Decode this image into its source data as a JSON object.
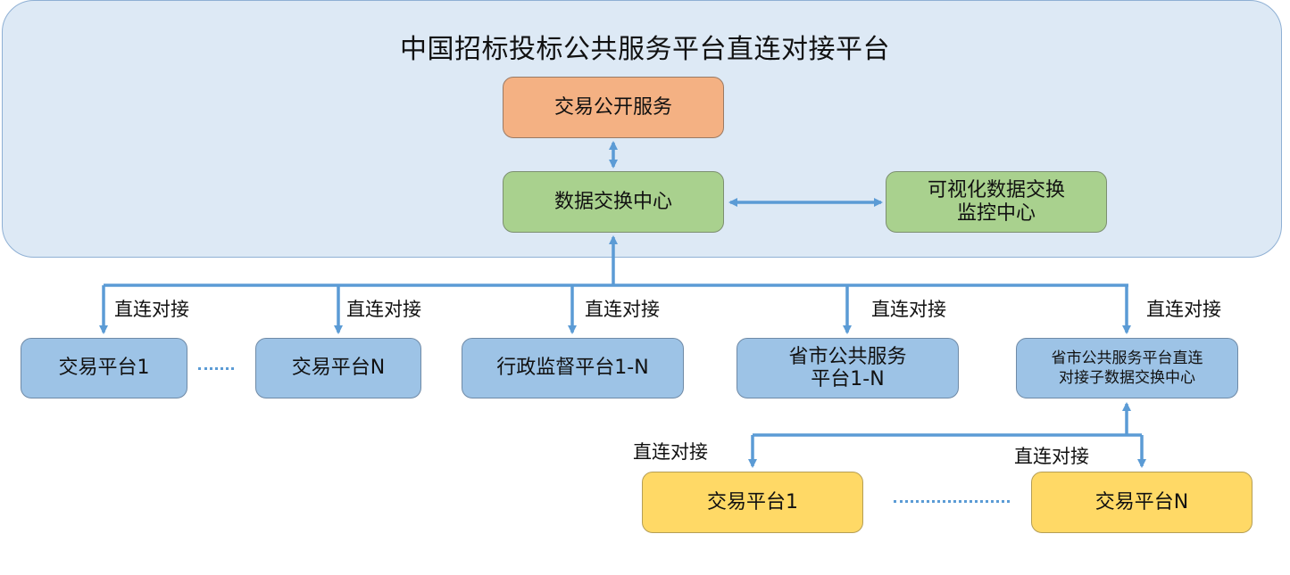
{
  "title": "中国招标投标公共服务平台直连对接平台",
  "nodes": {
    "public_service": "交易公开服务",
    "exchange_center": "数据交换中心",
    "monitor_center": "可视化数据交换\n监控中心",
    "trade_platform_1": "交易平台1",
    "trade_platform_n": "交易平台N",
    "admin_platform": "行政监督平台1-N",
    "province_platform": "省市公共服务\n平台1-N",
    "province_sub_center": "省市公共服务平台直连\n对接子数据交换中心",
    "sub_trade_platform_1": "交易平台1",
    "sub_trade_platform_n": "交易平台N"
  },
  "edge_label": "直连对接",
  "colors": {
    "panel": "#dde9f5",
    "orange": "#f4b183",
    "green": "#a9d18e",
    "blue": "#9dc3e6",
    "yellow": "#ffd966",
    "arrow": "#5b9bd5"
  }
}
